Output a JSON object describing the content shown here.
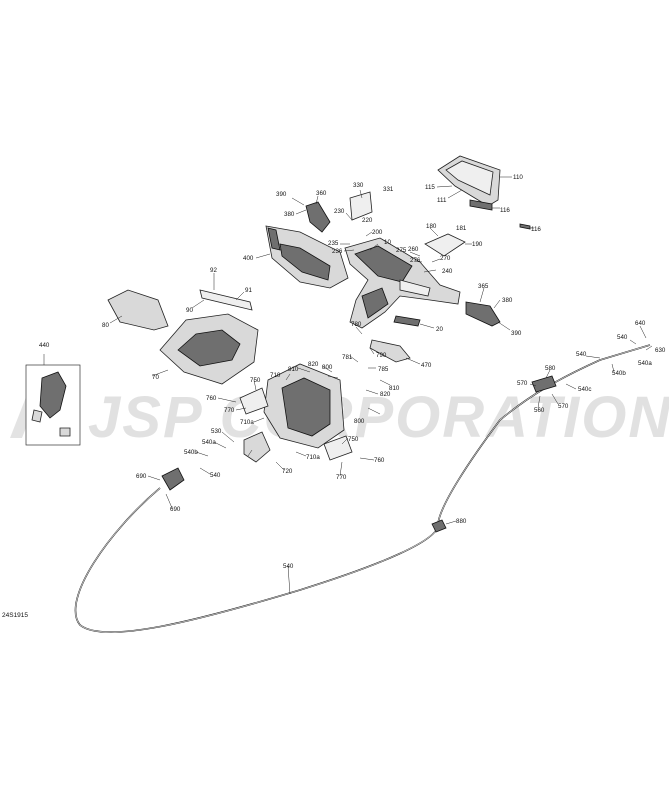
{
  "figure_ref": "24S1915",
  "watermark": {
    "text": "JSP CORPORATION",
    "logo_icon": "jsp-logo-mark"
  },
  "callouts": [
    {
      "id": "c110",
      "label": "110"
    },
    {
      "id": "c115",
      "label": "115"
    },
    {
      "id": "c111",
      "label": "111"
    },
    {
      "id": "c116a",
      "label": "116"
    },
    {
      "id": "c116b",
      "label": "116"
    },
    {
      "id": "c330",
      "label": "330"
    },
    {
      "id": "c331",
      "label": "331"
    },
    {
      "id": "c390a",
      "label": "390"
    },
    {
      "id": "c360",
      "label": "360"
    },
    {
      "id": "c380a",
      "label": "380"
    },
    {
      "id": "c230",
      "label": "230"
    },
    {
      "id": "c220",
      "label": "220"
    },
    {
      "id": "c200",
      "label": "200"
    },
    {
      "id": "c235",
      "label": "235"
    },
    {
      "id": "c10",
      "label": "10"
    },
    {
      "id": "c236",
      "label": "236"
    },
    {
      "id": "c180",
      "label": "180"
    },
    {
      "id": "c181",
      "label": "181"
    },
    {
      "id": "c260",
      "label": "260"
    },
    {
      "id": "c190",
      "label": "190"
    },
    {
      "id": "c275",
      "label": "275"
    },
    {
      "id": "c276",
      "label": "276"
    },
    {
      "id": "c270",
      "label": "270"
    },
    {
      "id": "c240",
      "label": "240"
    },
    {
      "id": "c400",
      "label": "400"
    },
    {
      "id": "c92",
      "label": "92"
    },
    {
      "id": "c91",
      "label": "91"
    },
    {
      "id": "c90",
      "label": "90"
    },
    {
      "id": "c80",
      "label": "80"
    },
    {
      "id": "c365",
      "label": "365"
    },
    {
      "id": "c380b",
      "label": "380"
    },
    {
      "id": "c390b",
      "label": "390"
    },
    {
      "id": "c20",
      "label": "20"
    },
    {
      "id": "c440",
      "label": "440"
    },
    {
      "id": "c70",
      "label": "70"
    },
    {
      "id": "c780",
      "label": "780"
    },
    {
      "id": "c781",
      "label": "781"
    },
    {
      "id": "c790",
      "label": "790"
    },
    {
      "id": "c470",
      "label": "470"
    },
    {
      "id": "c820a",
      "label": "820"
    },
    {
      "id": "c800a",
      "label": "800"
    },
    {
      "id": "c785",
      "label": "785"
    },
    {
      "id": "c810a",
      "label": "810"
    },
    {
      "id": "c710a",
      "label": "710"
    },
    {
      "id": "c750a",
      "label": "750"
    },
    {
      "id": "c820b",
      "label": "820"
    },
    {
      "id": "c760a",
      "label": "760"
    },
    {
      "id": "c770a",
      "label": "770"
    },
    {
      "id": "c810b",
      "label": "810"
    },
    {
      "id": "c710a_a",
      "label": "710a"
    },
    {
      "id": "c800b",
      "label": "800"
    },
    {
      "id": "c640",
      "label": "640"
    },
    {
      "id": "c540a",
      "label": "540"
    },
    {
      "id": "c630",
      "label": "630"
    },
    {
      "id": "c540b",
      "label": "540"
    },
    {
      "id": "c540a_a",
      "label": "540a"
    },
    {
      "id": "c540b_b",
      "label": "540b"
    },
    {
      "id": "c580",
      "label": "580"
    },
    {
      "id": "c570a",
      "label": "570"
    },
    {
      "id": "c540c",
      "label": "540c"
    },
    {
      "id": "c560",
      "label": "560"
    },
    {
      "id": "c570b",
      "label": "570"
    },
    {
      "id": "c530",
      "label": "530"
    },
    {
      "id": "c540a_b",
      "label": "540a"
    },
    {
      "id": "c540b_a",
      "label": "540b"
    },
    {
      "id": "c540d",
      "label": "540"
    },
    {
      "id": "c710a_b",
      "label": "710a"
    },
    {
      "id": "c720",
      "label": "720"
    },
    {
      "id": "c750b",
      "label": "750"
    },
    {
      "id": "c760b",
      "label": "760"
    },
    {
      "id": "c770b",
      "label": "770"
    },
    {
      "id": "c690a",
      "label": "690"
    },
    {
      "id": "c690b",
      "label": "690"
    },
    {
      "id": "c880",
      "label": "880"
    },
    {
      "id": "c540e",
      "label": "540"
    }
  ]
}
